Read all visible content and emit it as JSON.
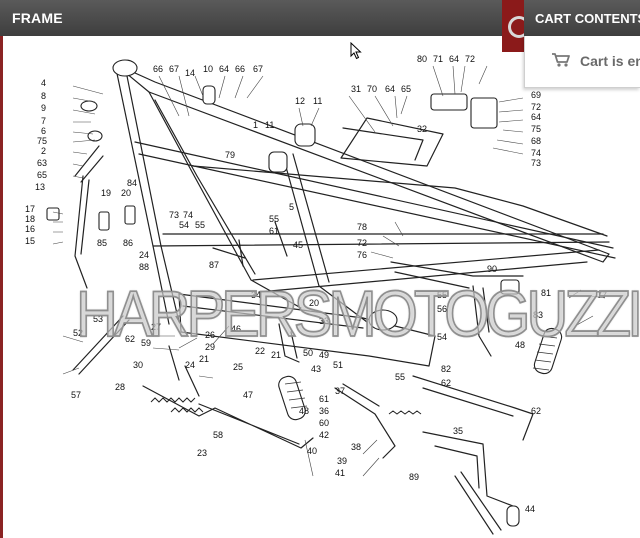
{
  "header": {
    "title": "FRAME"
  },
  "cart": {
    "title": "CART CONTENTS",
    "empty_text": "Cart is empty",
    "icon": "cart-icon"
  },
  "diagram": {
    "watermark": "HARPERSMOTOGUZZI",
    "callouts": [
      "4",
      "8",
      "9",
      "7",
      "6",
      "75",
      "2",
      "63",
      "65",
      "13",
      "17",
      "18",
      "16",
      "15",
      "66",
      "67",
      "14",
      "10",
      "64",
      "66",
      "67",
      "1",
      "11",
      "12",
      "11",
      "31",
      "70",
      "64",
      "65",
      "80",
      "71",
      "64",
      "72",
      "69",
      "72",
      "64",
      "75",
      "68",
      "74",
      "73",
      "32",
      "79",
      "84",
      "19",
      "20",
      "73",
      "74",
      "85",
      "86",
      "54",
      "55",
      "55",
      "61",
      "5",
      "45",
      "78",
      "72",
      "76",
      "90",
      "81",
      "77",
      "83",
      "48",
      "53",
      "52",
      "62",
      "59",
      "27",
      "26",
      "29",
      "21",
      "57",
      "30",
      "28",
      "24",
      "47",
      "50",
      "49",
      "51",
      "46",
      "22",
      "21",
      "34",
      "20",
      "33",
      "55",
      "56",
      "54",
      "82",
      "62",
      "55",
      "37",
      "43",
      "25",
      "48",
      "61",
      "36",
      "60",
      "42",
      "62",
      "35",
      "38",
      "39",
      "41",
      "40",
      "58",
      "23",
      "89",
      "44",
      "24",
      "88",
      "87",
      "3"
    ]
  }
}
